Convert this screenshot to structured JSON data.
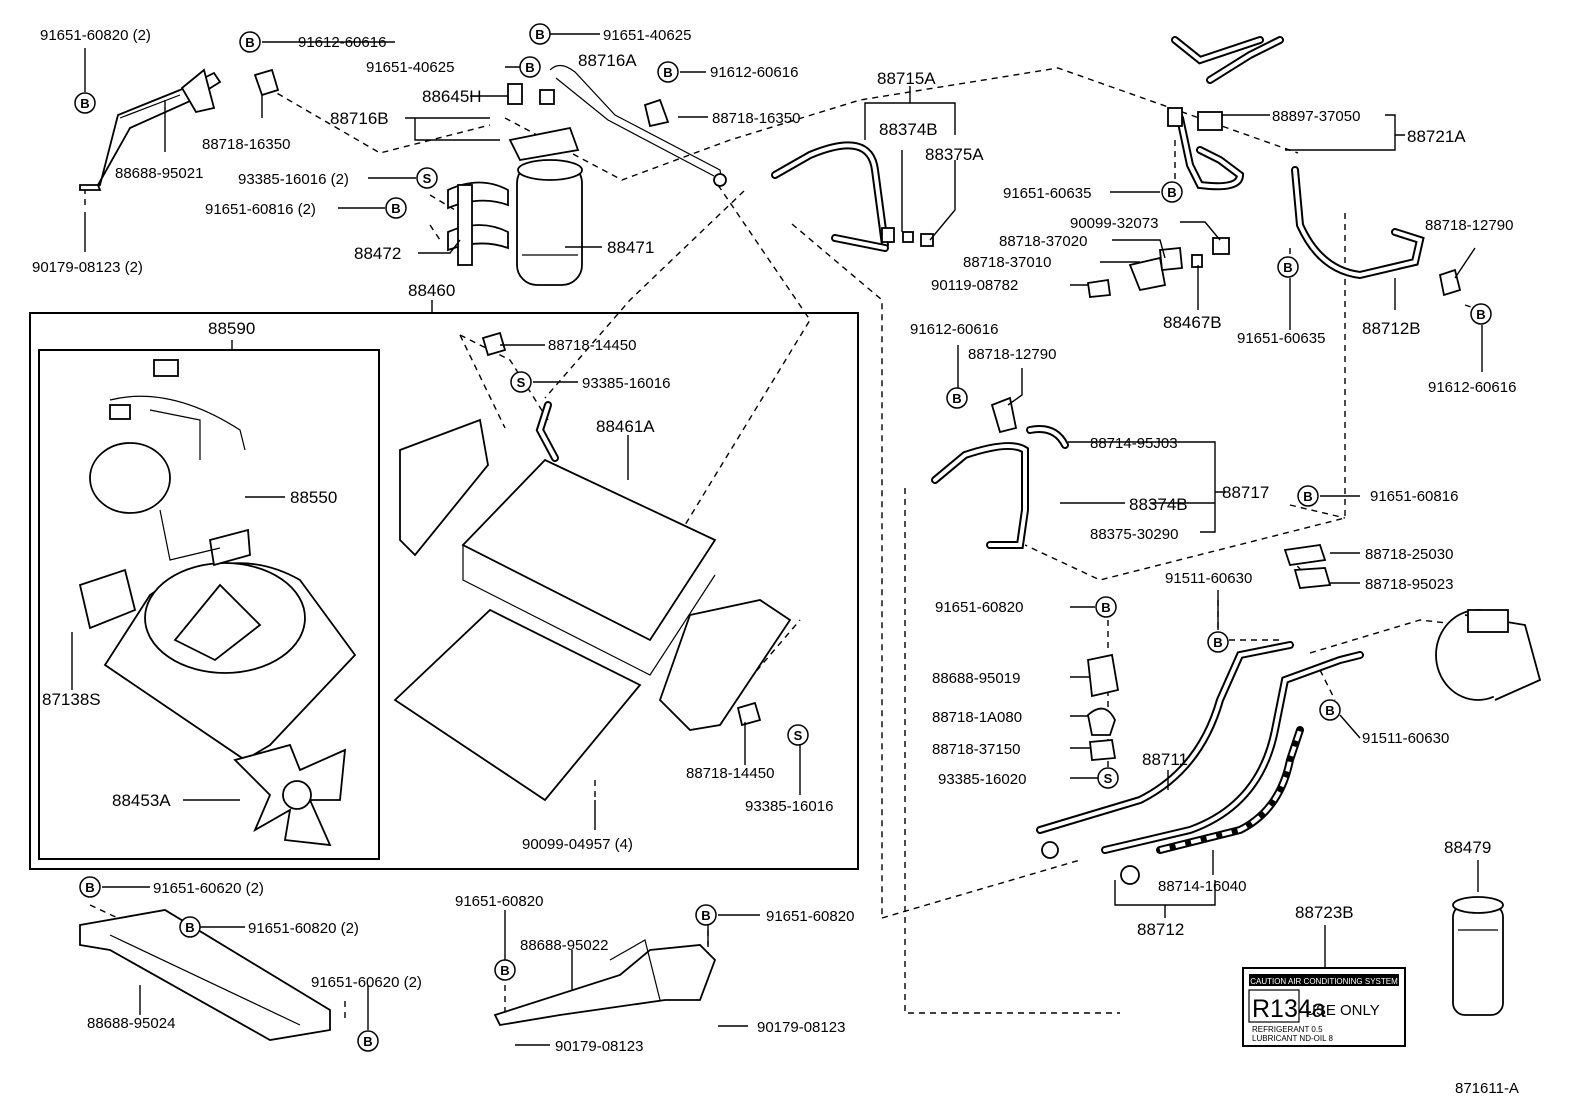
{
  "diagram_id": "871611-A",
  "group_labels": {
    "g88460": "88460",
    "g88590": "88590",
    "g88715A": "88715A",
    "g88717": "88717",
    "g88721A": "88721A",
    "g88712": "88712"
  },
  "part_labels": [
    "91651-60820 (2)",
    "91612-60616",
    "91651-40625",
    "91651-40625",
    "88716A",
    "91612-60616",
    "88645H",
    "88716B",
    "88718-16350",
    "88718-16350",
    "88688-95021",
    "93385-16016 (2)",
    "91651-60816 (2)",
    "88472",
    "88471",
    "90179-08123 (2)",
    "88374B",
    "88375A",
    "88897-37050",
    "91651-60635",
    "90099-32073",
    "88718-37020",
    "88718-37010",
    "90119-08782",
    "88467B",
    "91651-60635",
    "88712B",
    "88718-12790",
    "91612-60616",
    "88718-14450",
    "93385-16016",
    "88461A",
    "88550",
    "87138S",
    "88453A",
    "88718-14450",
    "93385-16016",
    "90099-04957 (4)",
    "91612-60616",
    "88718-12790",
    "88714-95J03",
    "88374B",
    "88375-30290",
    "91651-60816",
    "88718-25030",
    "91511-60630",
    "88718-95023",
    "91651-60820",
    "88688-95019",
    "88718-1A080",
    "88718-37150",
    "93385-16020",
    "88711",
    "91511-60630",
    "88714-16040",
    "88479",
    "88723B",
    "91651-60620 (2)",
    "91651-60820 (2)",
    "91651-60620 (2)",
    "88688-95024",
    "91651-60820",
    "88688-95022",
    "91651-60820",
    "90179-08123",
    "90179-08123"
  ],
  "badges": {
    "bolt": "B",
    "screw": "S"
  },
  "caution_label": {
    "header": "CAUTION AIR CONDITIONING SYSTEM",
    "refrigerant": "R134a",
    "use_only": "USE ONLY",
    "footer_line1": "REFRIGERANT 0.5",
    "footer_line2": "LUBRICANT ND-OIL 8"
  }
}
